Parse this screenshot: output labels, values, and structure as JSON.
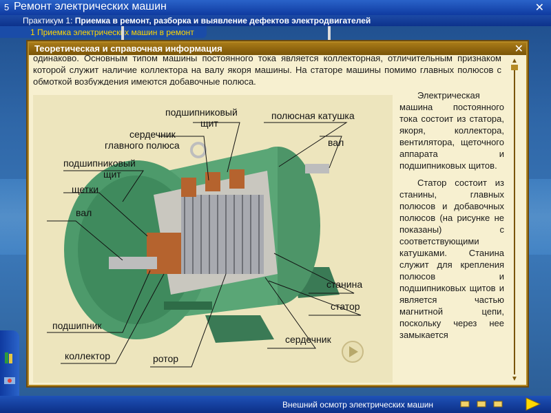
{
  "app": {
    "number": "5",
    "title": "Ремонт электрических машин",
    "close": "✕"
  },
  "practicum": {
    "prefix": "Практикум 1:",
    "name": "Приемка в ремонт, разборка и выявление дефектов электродвигателей"
  },
  "section": "1 Приемка электрических машин в ремонт",
  "panel": {
    "title": "Теоретическая и справочная информация",
    "close": "✕",
    "intro": "одинаково. Основным типом машины постоянного тока является коллекторная, отличительным признаком которой служит наличие коллектора на валу якоря машины. На статоре машины помимо главных полюсов с обмоткой возбуждения имеются добавочные полюса.",
    "paragraphs": [
      "Электрическая машина постоянного тока состоит из статора, якоря, коллектора, вентилятора, щеточного аппарата и подшипниковых щитов.",
      "Статор состоит из станины, главных полюсов и добавочных полюсов (на рисунке не показаны) с соответствующими катушками. Станина служит для крепления полюсов и подшипниковых щитов и является частью магнитной цепи, поскольку через нее замыкается"
    ]
  },
  "figure": {
    "labels": {
      "shield_top_1": "подшипниковый",
      "shield_top_2": "щит",
      "pole_coil": "полюсная катушка",
      "core_main_1": "сердечник",
      "core_main_2": "главного полюса",
      "shaft_right": "вал",
      "shield_left_1": "подшипниковый",
      "shield_left_2": "щит",
      "brushes": "щетки",
      "shaft_left": "вал",
      "frame": "станина",
      "stator": "статор",
      "bearing": "подшипник",
      "core_bottom": "сердечник",
      "commutator": "коллектор",
      "rotor": "ротор"
    }
  },
  "bottom": {
    "label": "Внешний осмотр электрических машин"
  },
  "colors": {
    "title_blue": "#0f3aa0",
    "panel_gold": "#b58a24",
    "panel_bg": "#f7f0d0",
    "section_yellow": "#ffd800"
  }
}
